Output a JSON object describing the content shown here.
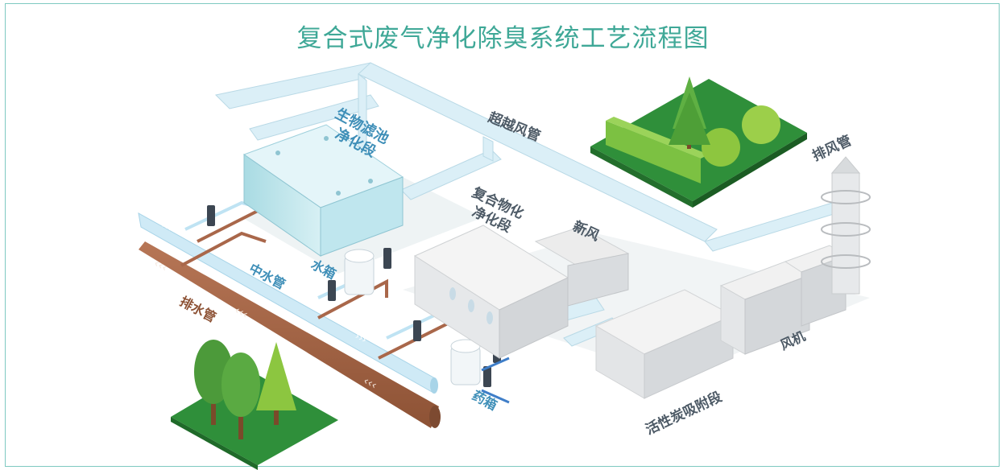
{
  "title": "复合式废气净化除臭系统工艺流程图",
  "labels": {
    "bio_filter_l1": "生物滤池",
    "bio_filter_l2": "净化段",
    "bypass_duct": "超越风管",
    "composite_l1": "复合物化",
    "composite_l2": "净化段",
    "fresh_air": "新风",
    "exhaust_stack": "排风管",
    "water_tank": "水箱",
    "reclaimed_pipe": "中水管",
    "drain_pipe": "排水管",
    "chem_tank": "药箱",
    "carbon_stage": "活性炭吸附段",
    "fan": "风机"
  },
  "colors": {
    "title": "#3fa897",
    "label_dark": "#4d5a66",
    "label_blue": "#3f8fb8",
    "duct": "#dbeff7",
    "duct_edge": "#b9d9e6",
    "water_pipe": "#bfe3f3",
    "drain_pipe": "#a9674a",
    "grass": "#2e8f3a",
    "tree": "#4fa33c"
  }
}
